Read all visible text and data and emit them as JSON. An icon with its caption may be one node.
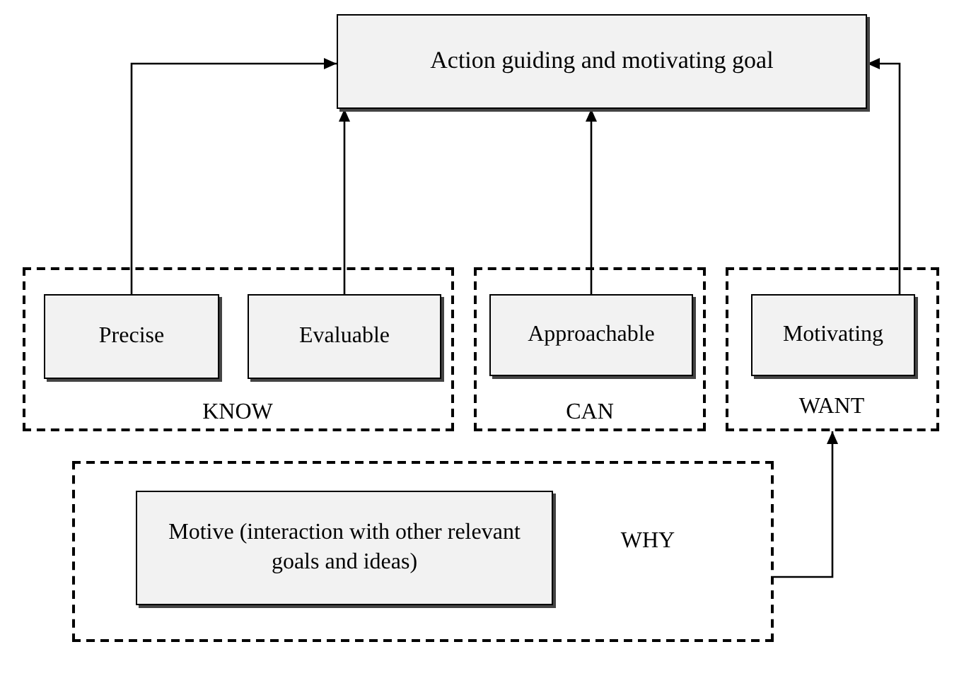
{
  "diagram": {
    "nodes": [
      {
        "text": [
          "Action guiding and motivating goal"
        ]
      },
      {
        "text": [
          "KNOW"
        ]
      },
      {
        "text": [
          "Precise"
        ],
        "in": 1
      },
      {
        "text": [
          "Evaluable"
        ],
        "in": 1
      },
      {
        "text": [
          "CAN"
        ]
      },
      {
        "text": [
          "Approachable"
        ],
        "in": 4
      },
      {
        "text": [
          "WANT"
        ]
      },
      {
        "text": [
          "Motivating"
        ],
        "in": 6
      },
      {
        "text": [
          "WHY"
        ]
      },
      {
        "text": [
          "Motive (interaction with other relevant goals and ideas)"
        ],
        "in": 8
      }
    ],
    "edges": [
      {
        "from": 2,
        "to": 0,
        "arrow": "to"
      },
      {
        "from": 3,
        "to": 0,
        "arrow": "to"
      },
      {
        "from": 5,
        "to": 0,
        "arrow": "to"
      },
      {
        "from": 7,
        "to": 0,
        "arrow": "to"
      },
      {
        "from": 8,
        "to": 6,
        "arrow": "to"
      }
    ]
  }
}
